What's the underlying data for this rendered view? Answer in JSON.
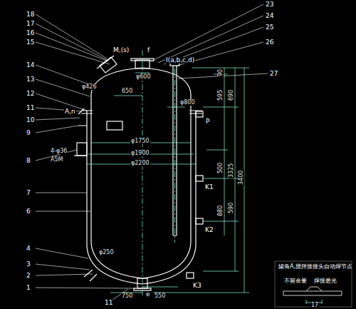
{
  "diagram": {
    "labels": [
      "18",
      "17",
      "16",
      "15",
      "14",
      "13",
      "12",
      "11",
      "10",
      "9",
      "8",
      "7",
      "6",
      "4",
      "3",
      "2",
      "1",
      "11",
      "23",
      "24",
      "25",
      "26",
      "27",
      "M,(s)",
      "f",
      "I(a,b,c,d)",
      "φ600",
      "650",
      "φ426",
      "A,n",
      "P",
      "K1",
      "K2",
      "K3",
      "e",
      "φ800",
      "φ1750",
      "φ1900",
      "φ2200",
      "4-φ36",
      "A5M",
      "φ250",
      "750",
      "550",
      "90",
      "595",
      "690",
      "500",
      "590",
      "880",
      "3325",
      "3400",
      "罐角A,搅拌接接头自动焊节点",
      "不留余量",
      "焊接磨光",
      "17"
    ]
  }
}
